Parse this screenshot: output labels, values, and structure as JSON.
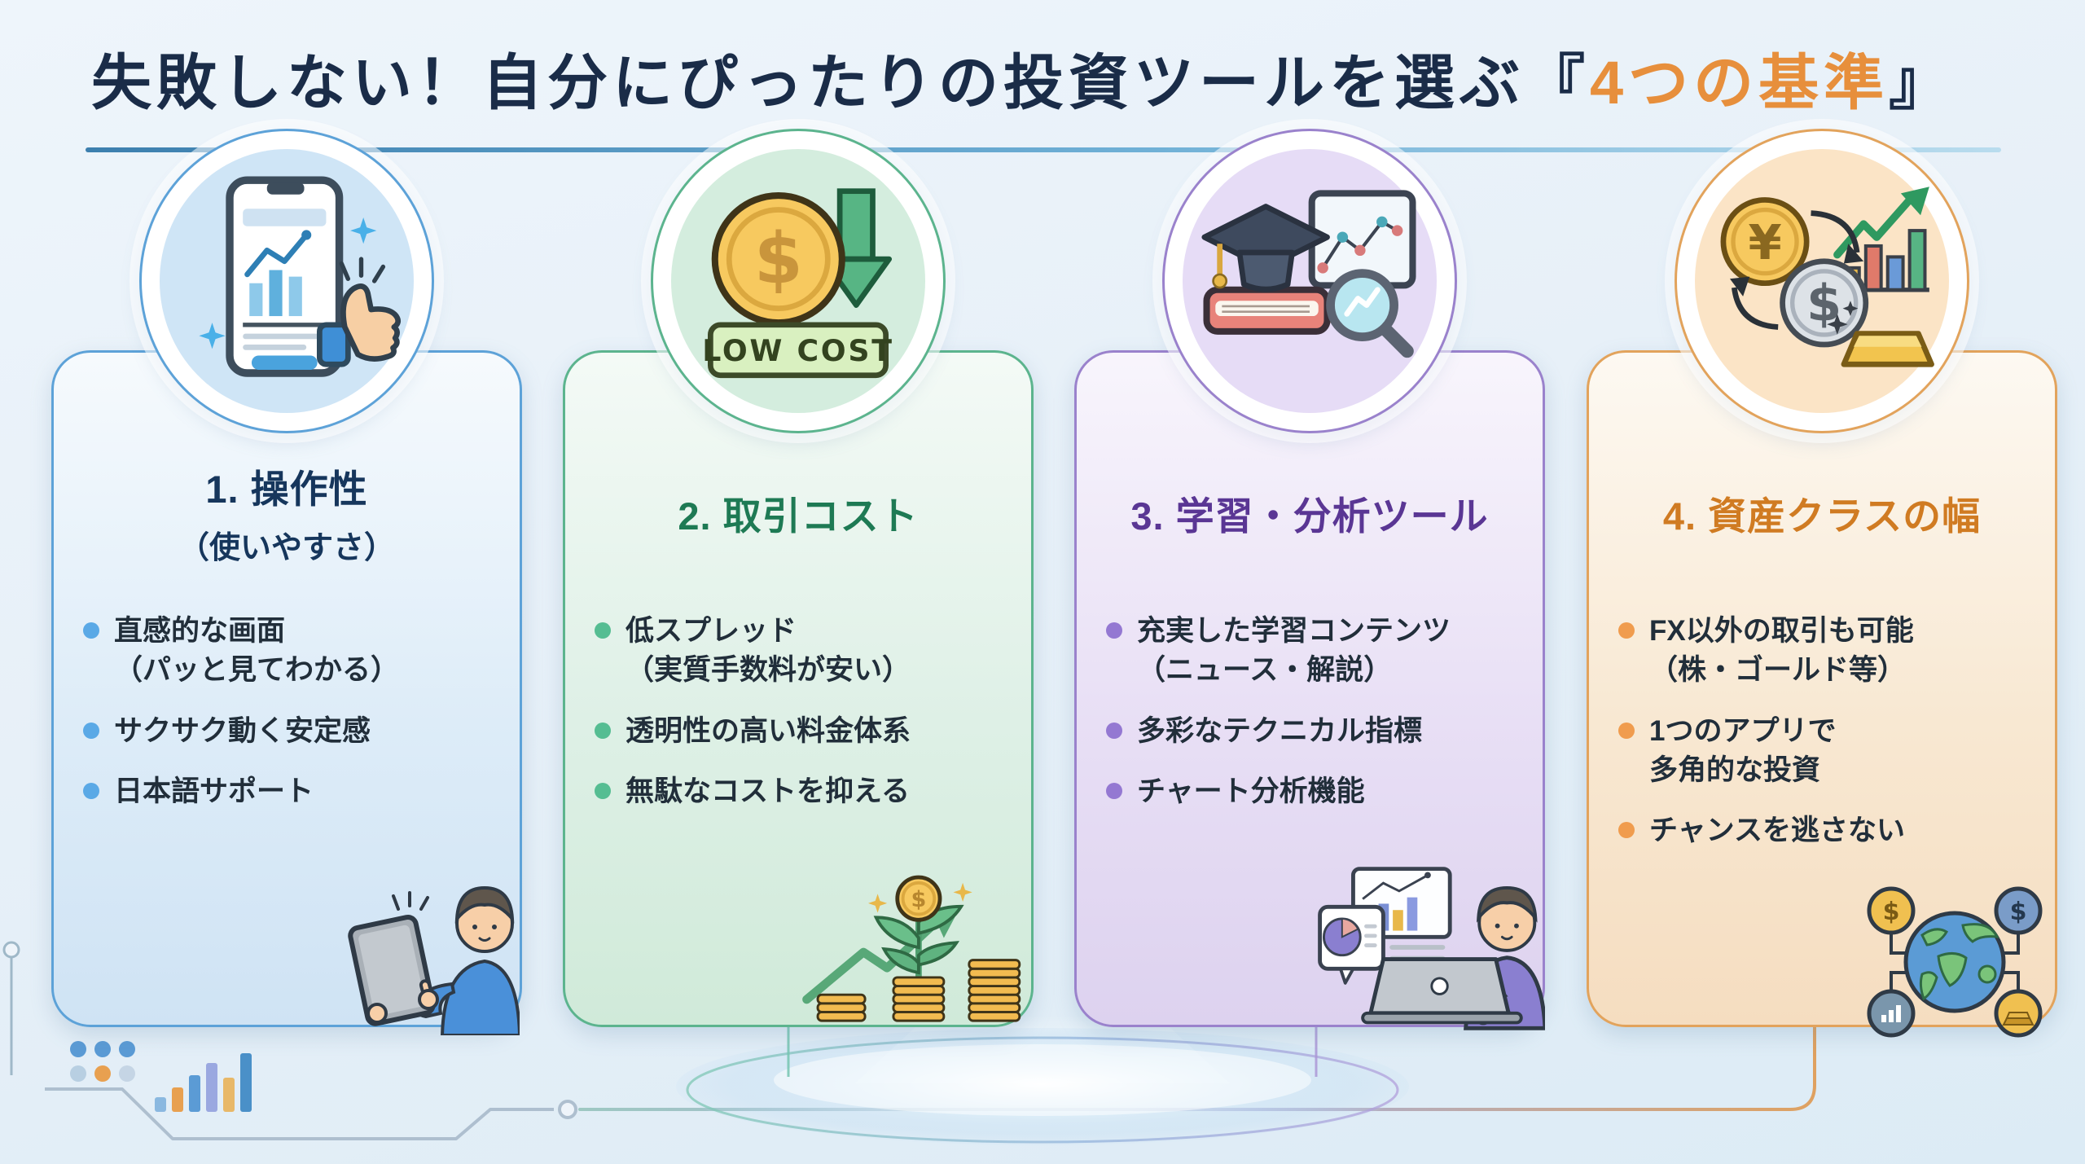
{
  "title": {
    "main": "失敗しない！自分にぴったりの投資ツールを選ぶ",
    "bracket_open": "『",
    "highlight": "4つの基準",
    "bracket_close": "』",
    "text_color": "#1a2c48",
    "highlight_color": "#e78f3c"
  },
  "cards": [
    {
      "title": "1. 操作性",
      "subtitle": "（使いやすさ）",
      "accent": {
        "border": "#5da2d8",
        "title": "#16365c",
        "dot": "#5aa9e6",
        "circle_bg": "#cfe5f6"
      },
      "icon": "smartphone-chart-thumbs-up",
      "bullets": [
        {
          "lines": [
            "直感的な画面",
            "（パッと見てわかる）"
          ]
        },
        {
          "lines": [
            "サクサク動く安定感"
          ]
        },
        {
          "lines": [
            "日本語サポート"
          ]
        }
      ]
    },
    {
      "title": "2. 取引コスト",
      "icon_label": "LOW COST",
      "accent": {
        "border": "#5cb48e",
        "title": "#1e7a54",
        "dot": "#55bd92",
        "circle_bg": "#d4edde"
      },
      "icon": "dollar-coin-down-arrow",
      "bullets": [
        {
          "lines": [
            "低スプレッド",
            "（実質手数料が安い）"
          ]
        },
        {
          "lines": [
            "透明性の高い料金体系"
          ]
        },
        {
          "lines": [
            "無駄なコストを抑える"
          ]
        }
      ]
    },
    {
      "title": "3. 学習・分析ツール",
      "accent": {
        "border": "#9a82cc",
        "title": "#5a3694",
        "dot": "#9478d2",
        "circle_bg": "#e6dcf6"
      },
      "icon": "graduation-cap-book-analysis",
      "bullets": [
        {
          "lines": [
            "充実した学習コンテンツ",
            "（ニュース・解説）"
          ]
        },
        {
          "lines": [
            "多彩なテクニカル指標"
          ]
        },
        {
          "lines": [
            "チャート分析機能"
          ]
        }
      ]
    },
    {
      "title": "4. 資産クラスの幅",
      "accent": {
        "border": "#e2a35c",
        "title": "#d07b22",
        "dot": "#f09c4e",
        "circle_bg": "#fbe4c6"
      },
      "icon": "currency-exchange-gold-chart",
      "bullets": [
        {
          "lines": [
            "FX以外の取引も可能",
            "（株・ゴールド等）"
          ]
        },
        {
          "lines": [
            "1つのアプリで",
            "多角的な投資"
          ]
        },
        {
          "lines": [
            "チャンスを逃さない"
          ]
        }
      ]
    }
  ]
}
